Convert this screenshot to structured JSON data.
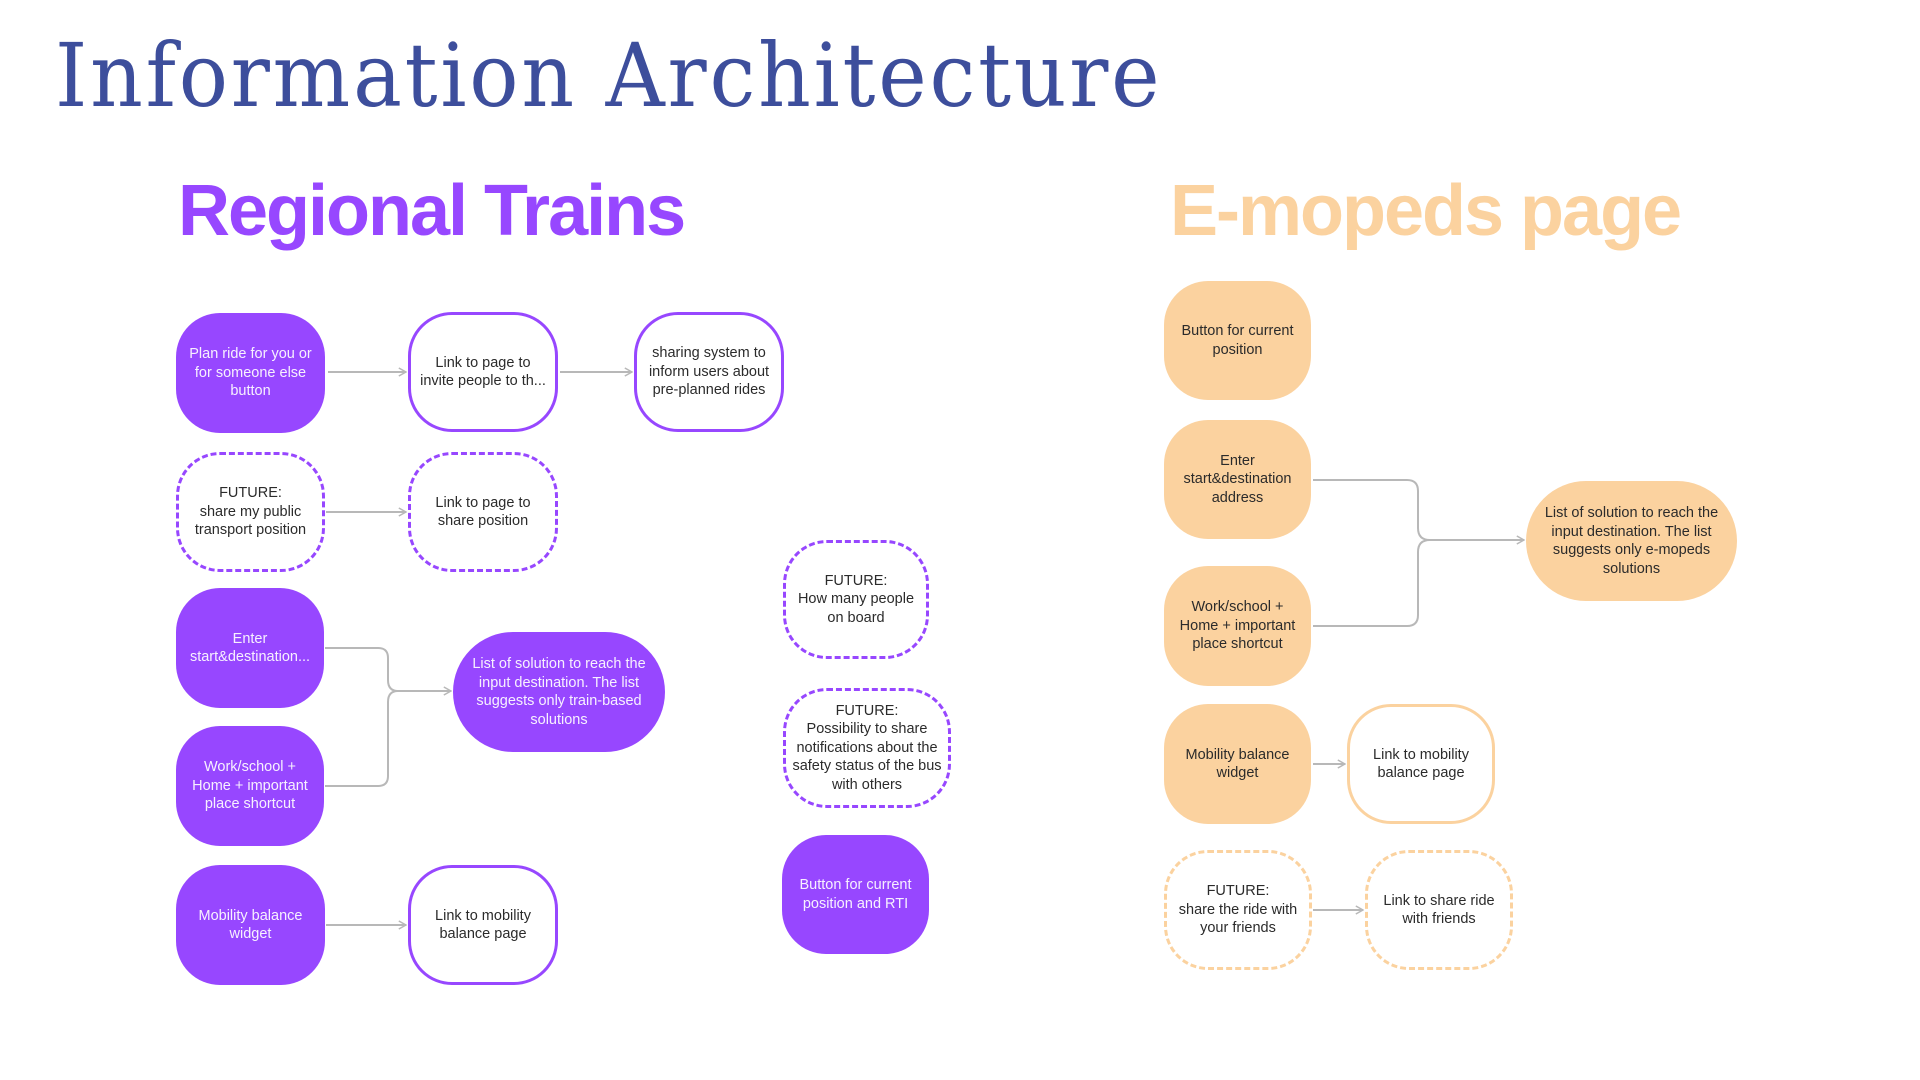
{
  "title": "Information Architecture",
  "colors": {
    "title": "#3D4E9C",
    "regional_trains_accent": "#9747FF",
    "emopeds_accent": "#FBD29F",
    "connector": "#B8B8B8"
  },
  "regional_trains": {
    "heading": "Regional Trains",
    "nodes": {
      "plan_ride": "Plan ride for you or for someone else button",
      "link_invite": "Link to page to invite people to th...",
      "sharing_system": "sharing system to inform users about pre-planned rides",
      "future_share_position": "FUTURE:\nshare my public transport position",
      "link_share_position": "Link to page to share position",
      "enter_start_dest": "Enter\nstart&destination...",
      "work_school_shortcut": "Work/school +\nHome + important place shortcut",
      "list_solutions": "List of solution to reach the input destination. The list suggests only train-based solutions",
      "mobility_widget": "Mobility balance widget",
      "link_mobility_page": "Link to mobility balance page",
      "future_people_on_board": "FUTURE:\nHow many people on board",
      "future_safety_status": "FUTURE:\nPossibility to share notifications about the safety status of the bus with others",
      "button_position_rti": "Button for current position and RTI"
    }
  },
  "emopeds": {
    "heading": "E-mopeds page",
    "nodes": {
      "button_position": "Button for current position",
      "enter_start_dest": "Enter\nstart&destination address",
      "work_school_shortcut": "Work/school +\nHome + important place shortcut",
      "list_solutions": "List of solution to reach the input destination. The list suggests only e-mopeds solutions",
      "mobility_widget": "Mobility balance widget",
      "link_mobility_page": "Link to mobility balance page",
      "future_share_ride": "FUTURE:\nshare the ride with your friends",
      "link_share_ride": "Link to share ride with friends"
    }
  }
}
